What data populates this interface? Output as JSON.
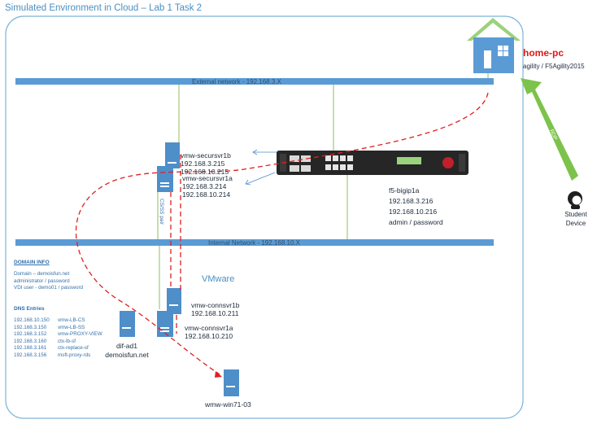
{
  "title": "Simulated Environment in Cloud – Lab 1 Task 2",
  "networks": {
    "external": "External network - 192.168.3.X",
    "internal": "Internal Network - 192.168.10.X"
  },
  "home_pc": {
    "name": "home-pc",
    "credentials": "agility / F5Agility2015"
  },
  "rdp_label": "RDP",
  "student": {
    "line1": "Student",
    "line2": "Device"
  },
  "secursvr1b": {
    "name": "vmw-secursvr1b",
    "ip1": "192.168.3.215",
    "ip2": "192.168.10.215"
  },
  "secursvr1a": {
    "name": "vmw-secursvr1a",
    "ip1": "192.168.3.214",
    "ip2": "192.168.10.214"
  },
  "bigip": {
    "name": "f5-bigip1a",
    "ip1": "192.168.3.216",
    "ip2": "192.168.10.216",
    "credentials": "admin / password"
  },
  "cs_ss_pair": "CS/SS pair",
  "vmware_label": "VMware",
  "connsvr1b": {
    "name": "vmw-connsvr1b",
    "ip": "192.168.10.211"
  },
  "connsvr1a": {
    "name": "vmw-connsvr1a",
    "ip": "192.168.10.210"
  },
  "dc": {
    "name": "dif-ad1",
    "domain": "demoisfun.net"
  },
  "win": {
    "name": "wmw-win71-03"
  },
  "domain_info": {
    "heading": "DOMAIN INFO",
    "lines": [
      "Domain – demoisfun.net",
      "administrator / password",
      "VDI user - demo01 / password"
    ]
  },
  "dns": {
    "heading": "DNS Entries",
    "rows": [
      {
        "ip": "192.168.10.150",
        "name": "vmw-LB-CS"
      },
      {
        "ip": "192.168.3.150",
        "name": "vmw-LB-SS"
      },
      {
        "ip": "192.168.3.152",
        "name": "vmw-PROXY-VIEW"
      },
      {
        "ip": "192.168.3.160",
        "name": "ctx-lb-sf"
      },
      {
        "ip": "192.168.3.161",
        "name": "ctx-replace-sf"
      },
      {
        "ip": "192.168.3.156",
        "name": "msft-proxy-rds"
      }
    ]
  },
  "colors": {
    "network_bar": "#5b9bd5",
    "frame": "#7eb3d8",
    "house": "#5b9bd5",
    "roof": "#9bd27d",
    "arrow": "#7cc34b",
    "dash": "#e02020",
    "link": "#8fbf5a",
    "server": "#4e8ec9"
  }
}
